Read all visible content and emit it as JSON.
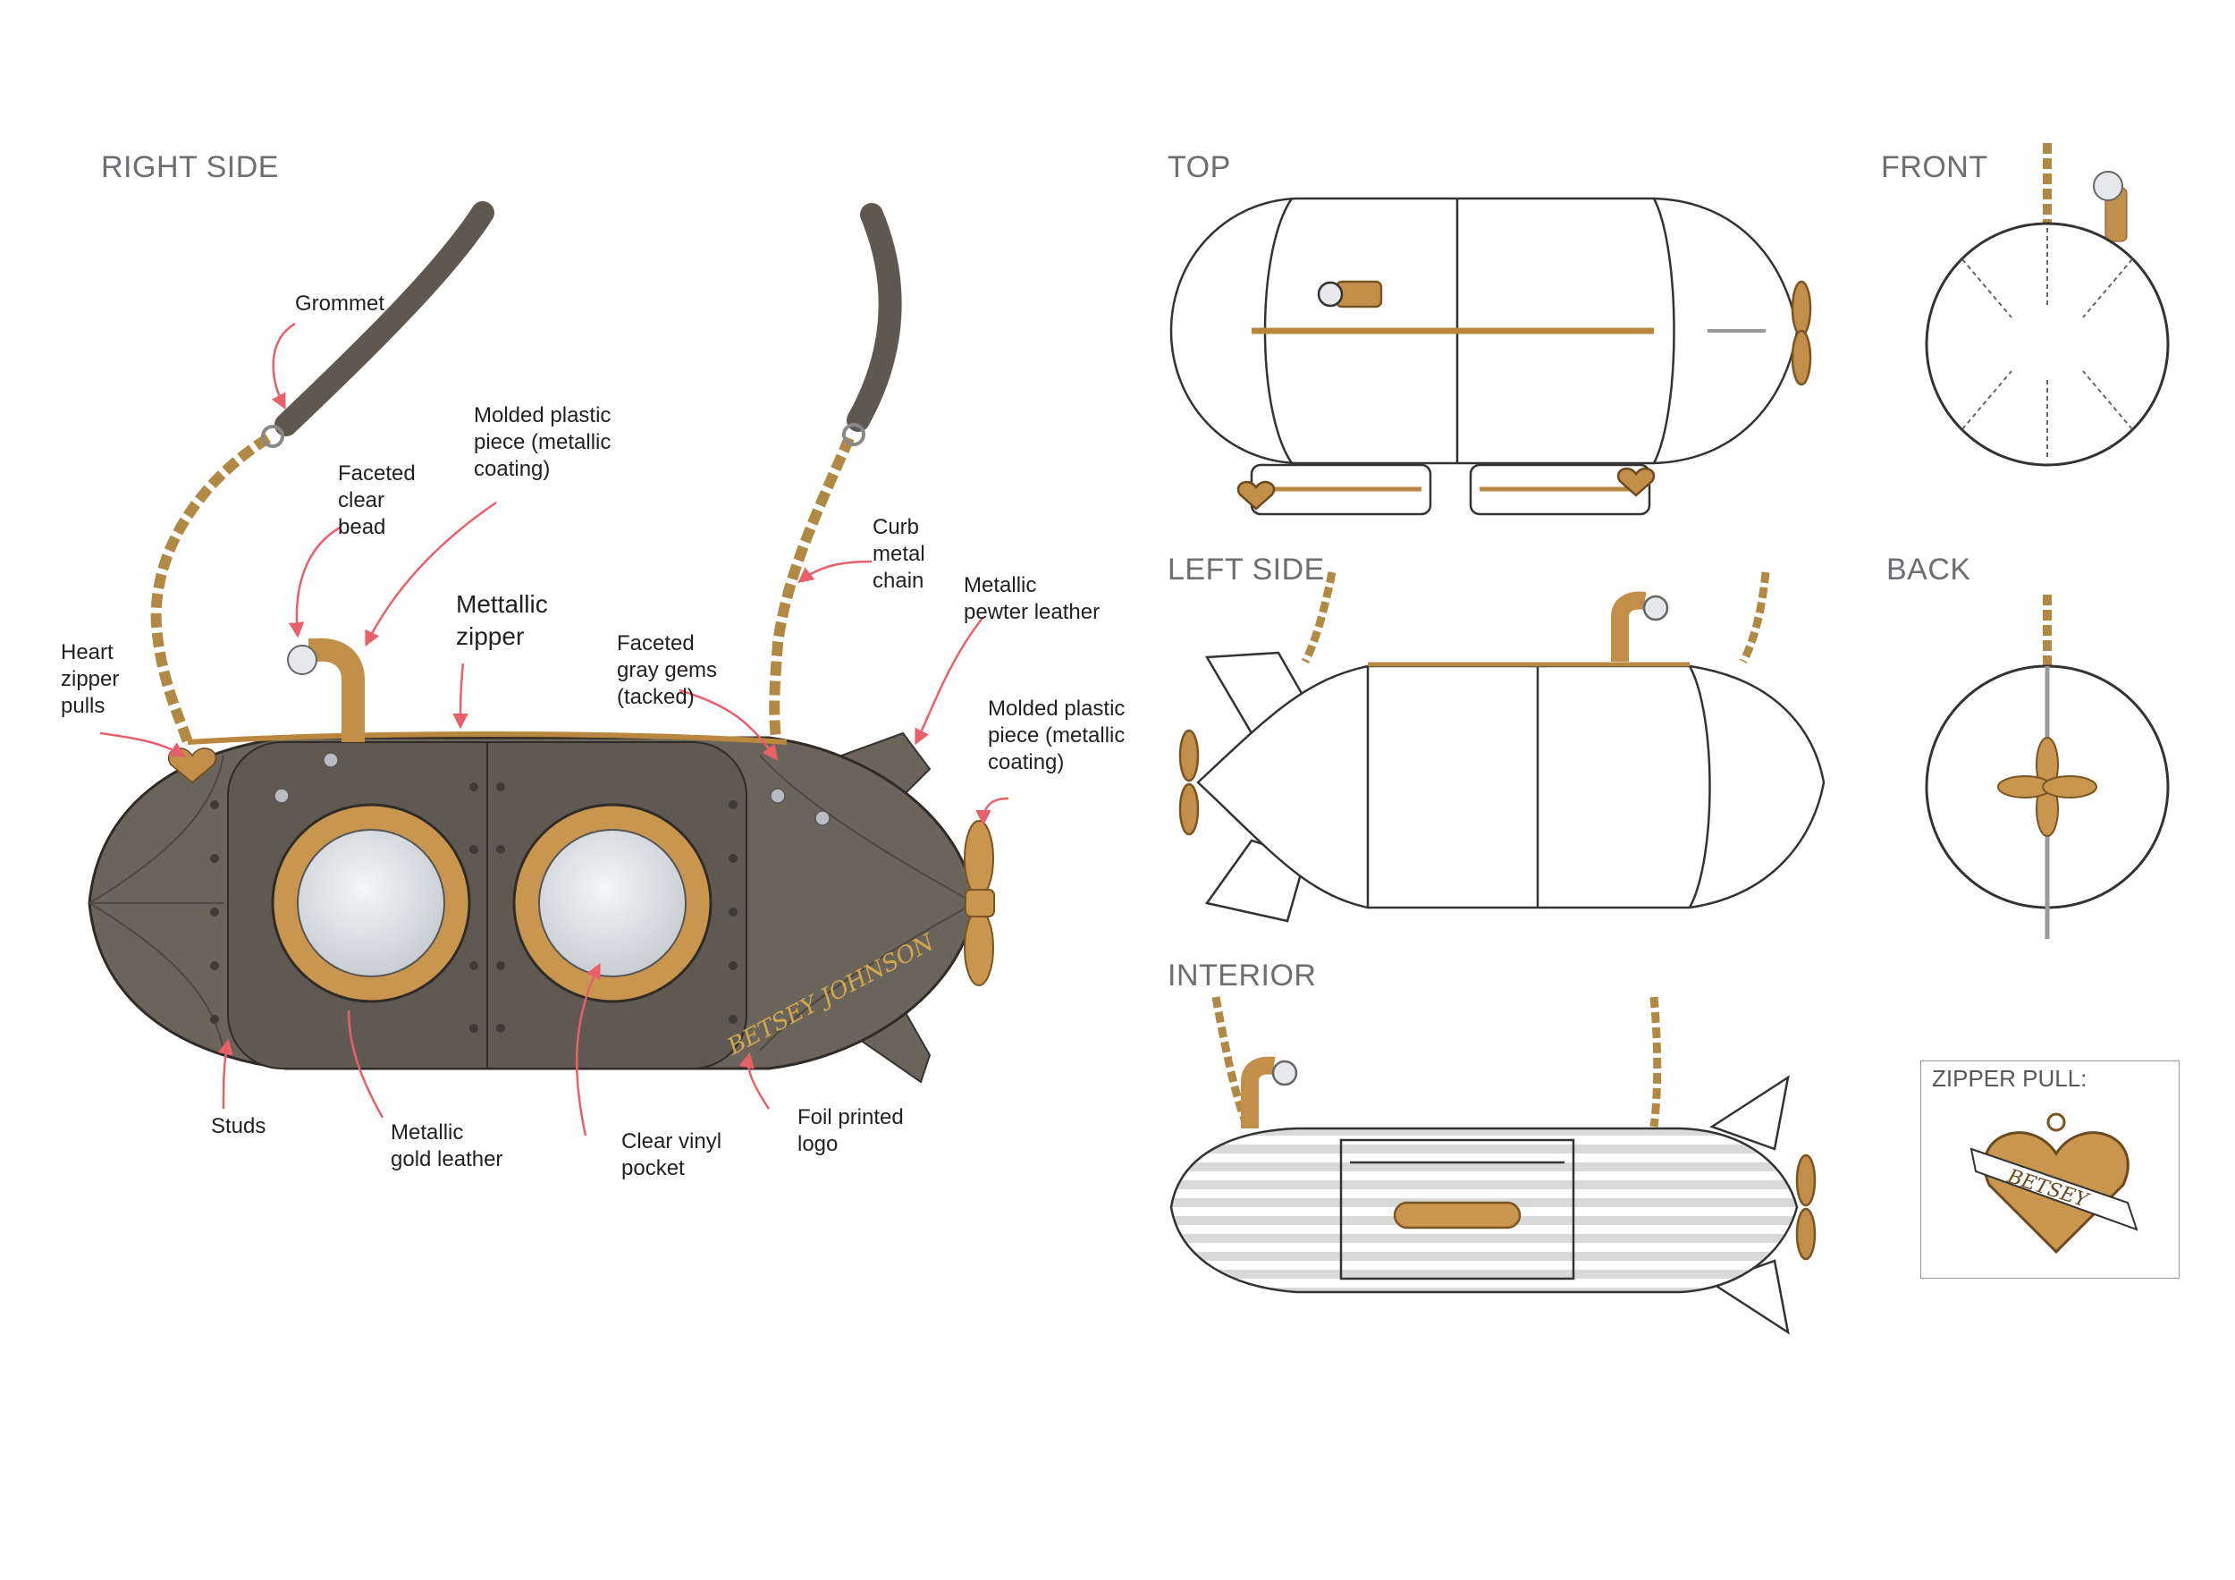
{
  "sections": {
    "right_side": "RIGHT SIDE",
    "top": "TOP",
    "front": "FRONT",
    "left_side": "LEFT SIDE",
    "back": "BACK",
    "interior": "INTERIOR",
    "zipper_pull": "ZIPPER PULL:"
  },
  "callouts": {
    "grommet": "Grommet",
    "molded_plastic_1": "Molded plastic\npiece (metallic\ncoating)",
    "faceted_clear_bead": "Faceted\nclear\nbead",
    "mettallic_zipper": "Mettallic\nzipper",
    "curb_metal_chain": "Curb\nmetal\nchain",
    "metallic_pewter_leather": "Metallic\npewter leather",
    "faceted_gray_gems": "Faceted\ngray gems\n(tacked)",
    "heart_zipper_pulls": "Heart\nzipper\npulls",
    "molded_plastic_2": "Molded plastic\npiece (metallic\ncoating)",
    "studs": "Studs",
    "metallic_gold_leather": "Metallic\ngold leather",
    "clear_vinyl_pocket": "Clear vinyl\npocket",
    "foil_printed_logo": "Foil printed\nlogo"
  },
  "logo_text": "BETSEY JOHNSON",
  "zipper_pull_logo": "BETSEY",
  "colors": {
    "pewter": "#6b645a",
    "gold": "#c8964e",
    "arrow": "#e8606a",
    "outline": "#3a3a3a",
    "label": "#6d6e71"
  }
}
